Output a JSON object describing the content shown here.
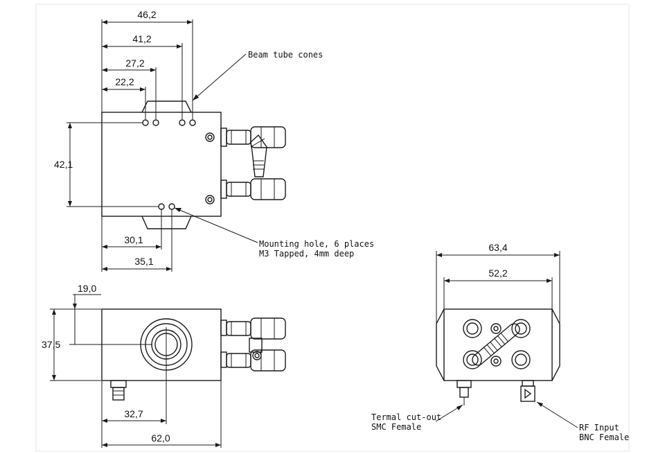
{
  "dimensions": {
    "d462": "46,2",
    "d412": "41,2",
    "d272": "27,2",
    "d222": "22,2",
    "d421": "42,1",
    "d301": "30,1",
    "d351": "35,1",
    "d190": "19,0",
    "d375": "37,5",
    "d327": "32,7",
    "d620": "62,0",
    "d634": "63,4",
    "d522": "52,2"
  },
  "notes": {
    "beam_tube_cones": "Beam tube cones",
    "mounting_hole_line1": "Mounting hole, 6 places",
    "mounting_hole_line2": "M3 Tapped, 4mm deep",
    "thermal_line1": "Termal cut-out",
    "thermal_line2": "SMC Female",
    "rf_line1": "RF Input",
    "rf_line2": "BNC Female"
  }
}
